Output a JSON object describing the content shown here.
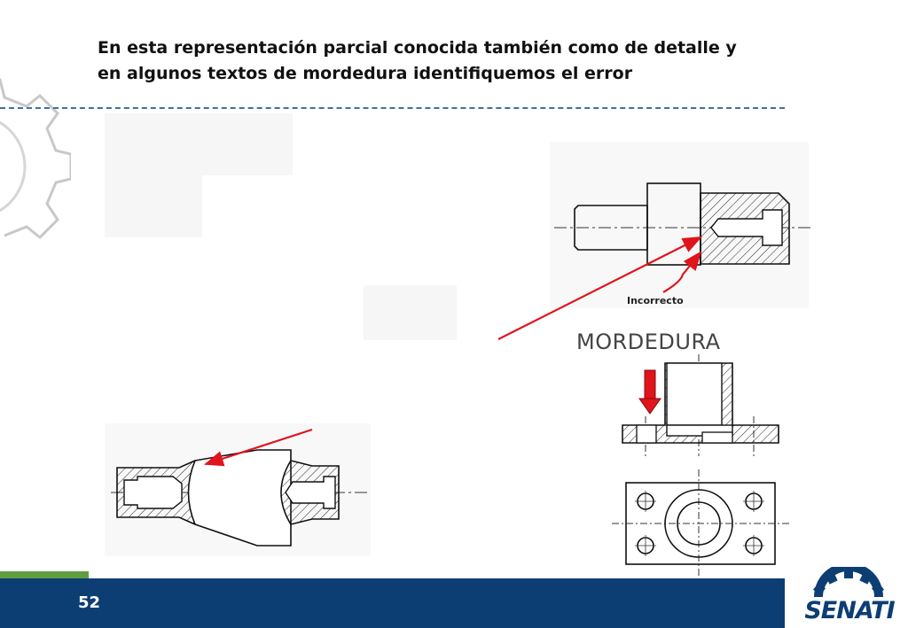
{
  "slide": {
    "title_line1": "En esta representación parcial conocida también como de detalle y",
    "title_line2": "en algunos textos de mordedura identifiquemos el error",
    "label_incorrect": "Incorrecto",
    "label_mordedura": "MORDEDURA",
    "page_number": "52"
  },
  "logo": {
    "text": "SENATI"
  },
  "colors": {
    "footer_blue": "#0d3e73",
    "accent_green": "#5f9f3f",
    "arrow_red": "#e0141c",
    "divider": "#3f6f9f"
  },
  "icons": [
    "gear-icon",
    "senati-logo-gear-icon",
    "down-arrow-icon"
  ]
}
